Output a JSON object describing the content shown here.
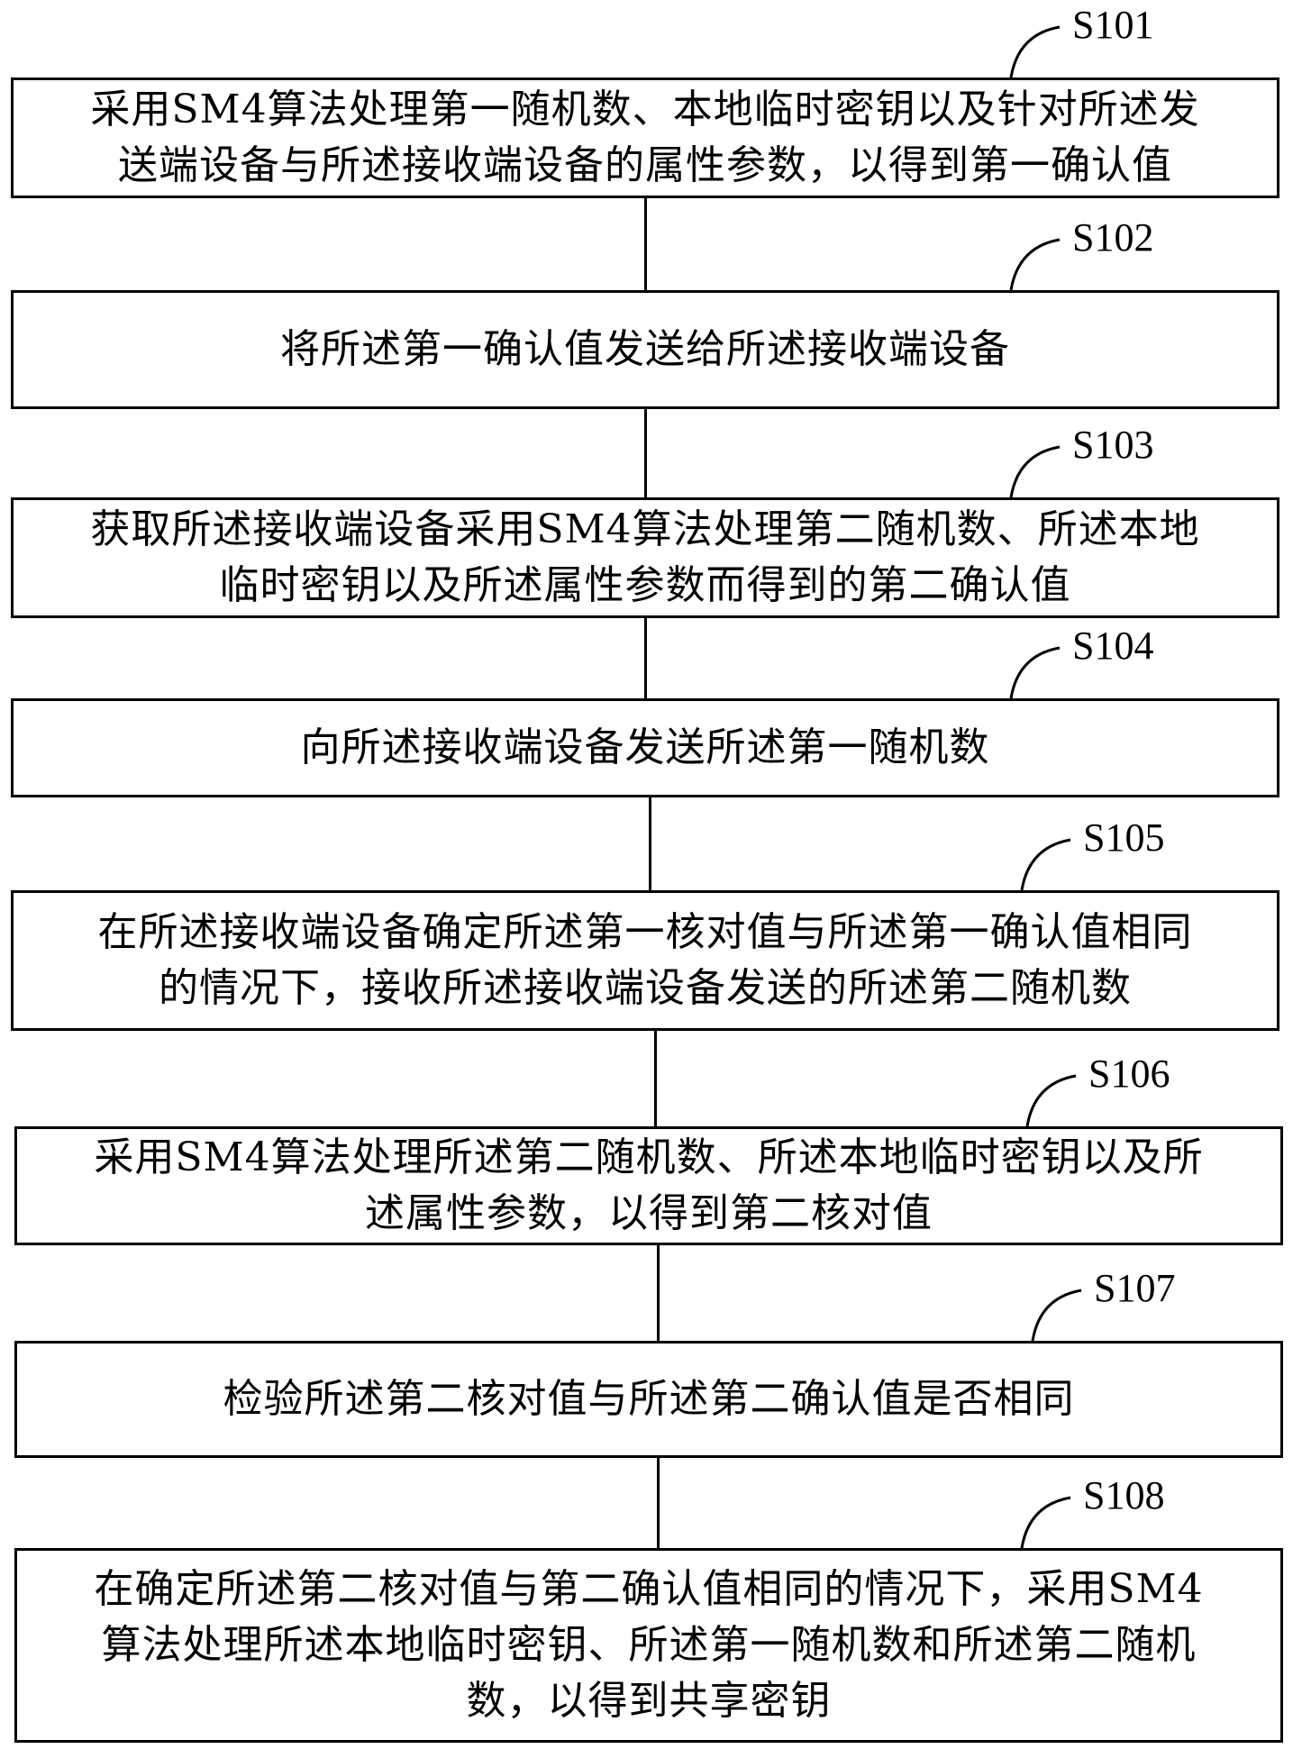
{
  "steps": [
    {
      "label": "S101",
      "text": "采用SM4算法处理第一随机数、本地临时密钥以及针对所述发\n送端设备与所述接收端设备的属性参数，以得到第一确认值"
    },
    {
      "label": "S102",
      "text": "将所述第一确认值发送给所述接收端设备"
    },
    {
      "label": "S103",
      "text": "获取所述接收端设备采用SM4算法处理第二随机数、所述本地\n临时密钥以及所述属性参数而得到的第二确认值"
    },
    {
      "label": "S104",
      "text": "向所述接收端设备发送所述第一随机数"
    },
    {
      "label": "S105",
      "text": "在所述接收端设备确定所述第一核对值与所述第一确认值相同\n的情况下，接收所述接收端设备发送的所述第二随机数"
    },
    {
      "label": "S106",
      "text": "采用SM4算法处理所述第二随机数、所述本地临时密钥以及所\n述属性参数，以得到第二核对值"
    },
    {
      "label": "S107",
      "text": "检验所述第二核对值与所述第二确认值是否相同"
    },
    {
      "label": "S108",
      "text": "在确定所述第二核对值与第二确认值相同的情况下，采用SM4\n算法处理所述本地临时密钥、所述第一随机数和所述第二随机\n数，以得到共享密钥"
    }
  ]
}
